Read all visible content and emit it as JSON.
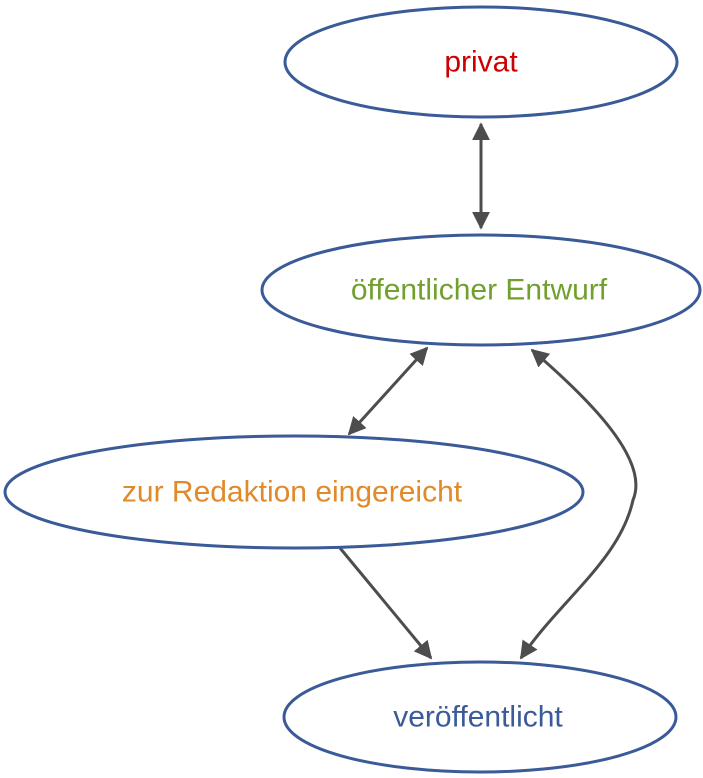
{
  "nodes": {
    "privat": {
      "label": "privat",
      "color": "#cc0000"
    },
    "public_draft": {
      "label": "öffentlicher Entwurf",
      "color": "#72a02e"
    },
    "submitted": {
      "label": "zur Redaktion eingereicht",
      "color": "#e08a2a"
    },
    "published": {
      "label": "veröffentlicht",
      "color": "#3a5a98"
    }
  },
  "edges": [
    {
      "from": "privat",
      "to": "public_draft",
      "direction": "both"
    },
    {
      "from": "public_draft",
      "to": "submitted",
      "direction": "both"
    },
    {
      "from": "public_draft",
      "to": "published",
      "direction": "both"
    },
    {
      "from": "submitted",
      "to": "published",
      "direction": "forward"
    }
  ],
  "colors": {
    "node_outline": "#3a5a98",
    "edge": "#4d4d4d"
  }
}
